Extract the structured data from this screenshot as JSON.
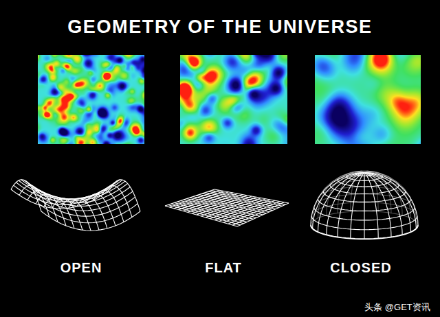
{
  "diagram": {
    "title": "GEOMETRY OF THE UNIVERSE",
    "labels": [
      "OPEN",
      "FLAT",
      "CLOSED",
      "头条 @GET资讯"
    ]
  }
}
